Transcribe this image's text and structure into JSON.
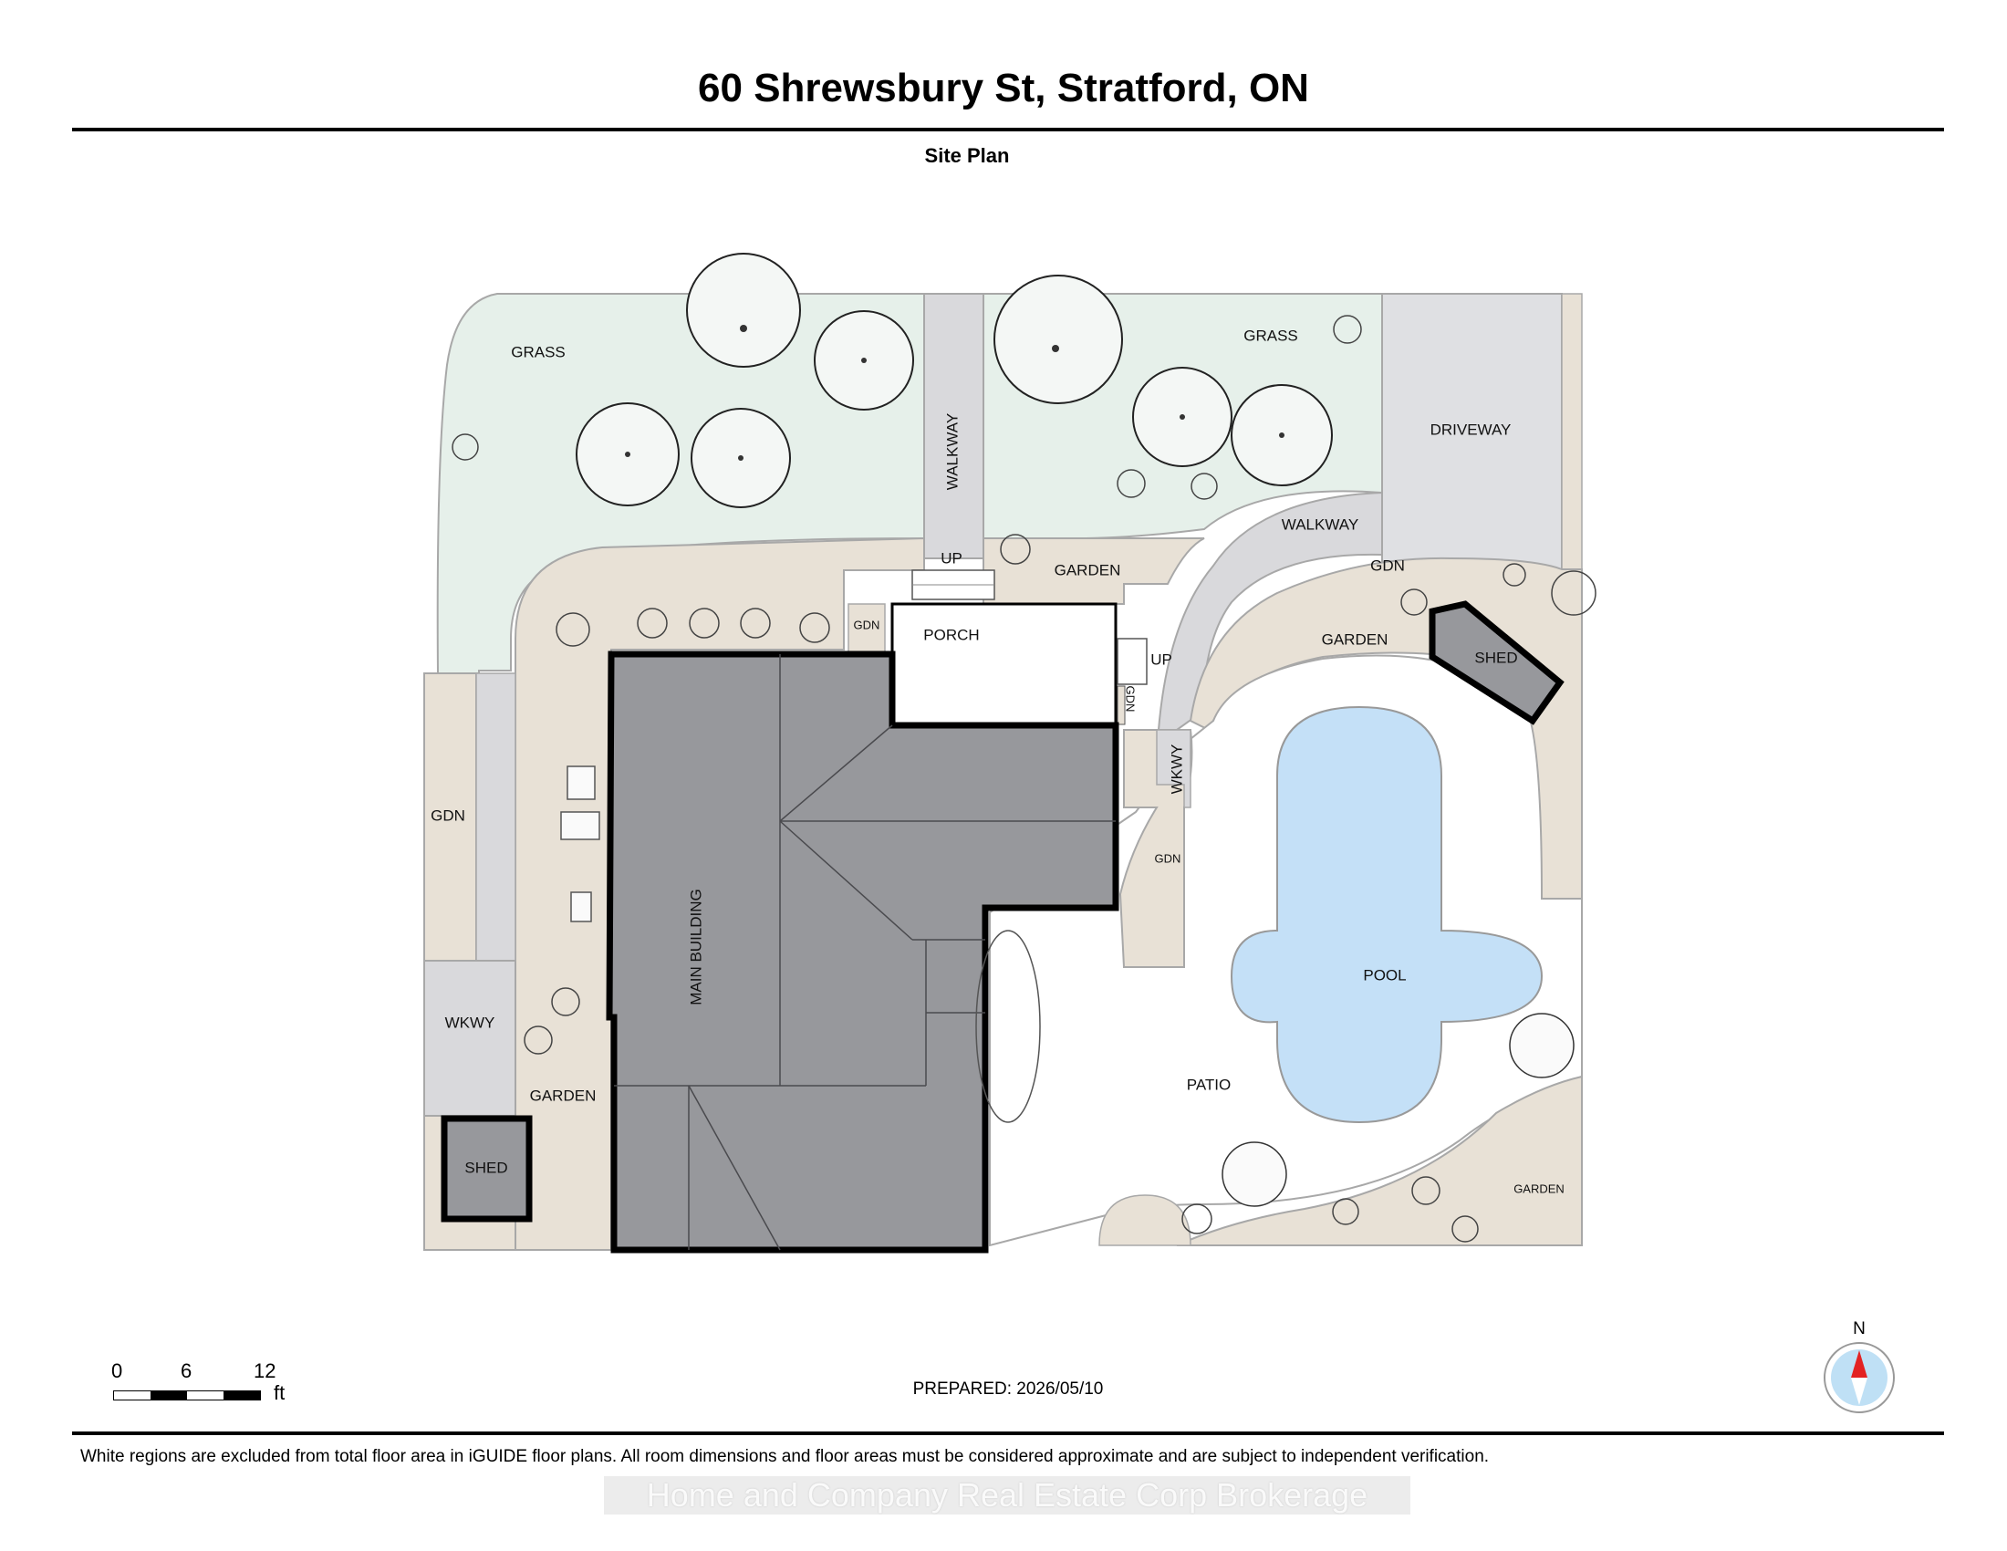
{
  "header": {
    "title": "60 Shrewsbury St, Stratford, ON",
    "subtitle": "Site Plan"
  },
  "plan_labels": {
    "grass_left": "GRASS",
    "grass_right": "GRASS",
    "walkway_vertical": "WALKWAY",
    "driveway": "DRIVEWAY",
    "walkway_curve": "WALKWAY",
    "up_top": "UP",
    "garden_top": "GARDEN",
    "gdn_top": "GDN",
    "gdn_porch": "GDN",
    "porch": "PORCH",
    "up_side": "UP",
    "gdn_small": "GDN",
    "garden_mid": "GARDEN",
    "shed_right": "SHED",
    "wkwy_mid": "WKWY",
    "gdn_mid": "GDN",
    "gdn_left": "GDN",
    "main_building": "MAIN BUILDING",
    "pool": "POOL",
    "wkwy_left": "WKWY",
    "garden_left": "GARDEN",
    "shed_left": "SHED",
    "patio": "PATIO",
    "garden_bottom": "GARDEN"
  },
  "scale_bar": {
    "ticks": [
      "0",
      "6",
      "12"
    ],
    "unit": "ft"
  },
  "compass": {
    "label": "N",
    "needle_color": "#e32222",
    "dial_color": "#bfe0f5"
  },
  "footer": {
    "prepared": "PREPARED: 2026/05/10",
    "disclaimer": "White regions are excluded from total floor area in iGUIDE floor plans. All room dimensions and floor areas must be considered approximate and are subject to independent verification.",
    "brokerage": "Home and Company Real Estate Corp Brokerage"
  },
  "colors": {
    "grass": "#e6f0ea",
    "garden": "#e8e1d6",
    "walkway": "#d9d9dc",
    "driveway": "#dfe0e3",
    "building": "#97989c",
    "pool": "#c4e0f7",
    "outline": "#000000"
  }
}
